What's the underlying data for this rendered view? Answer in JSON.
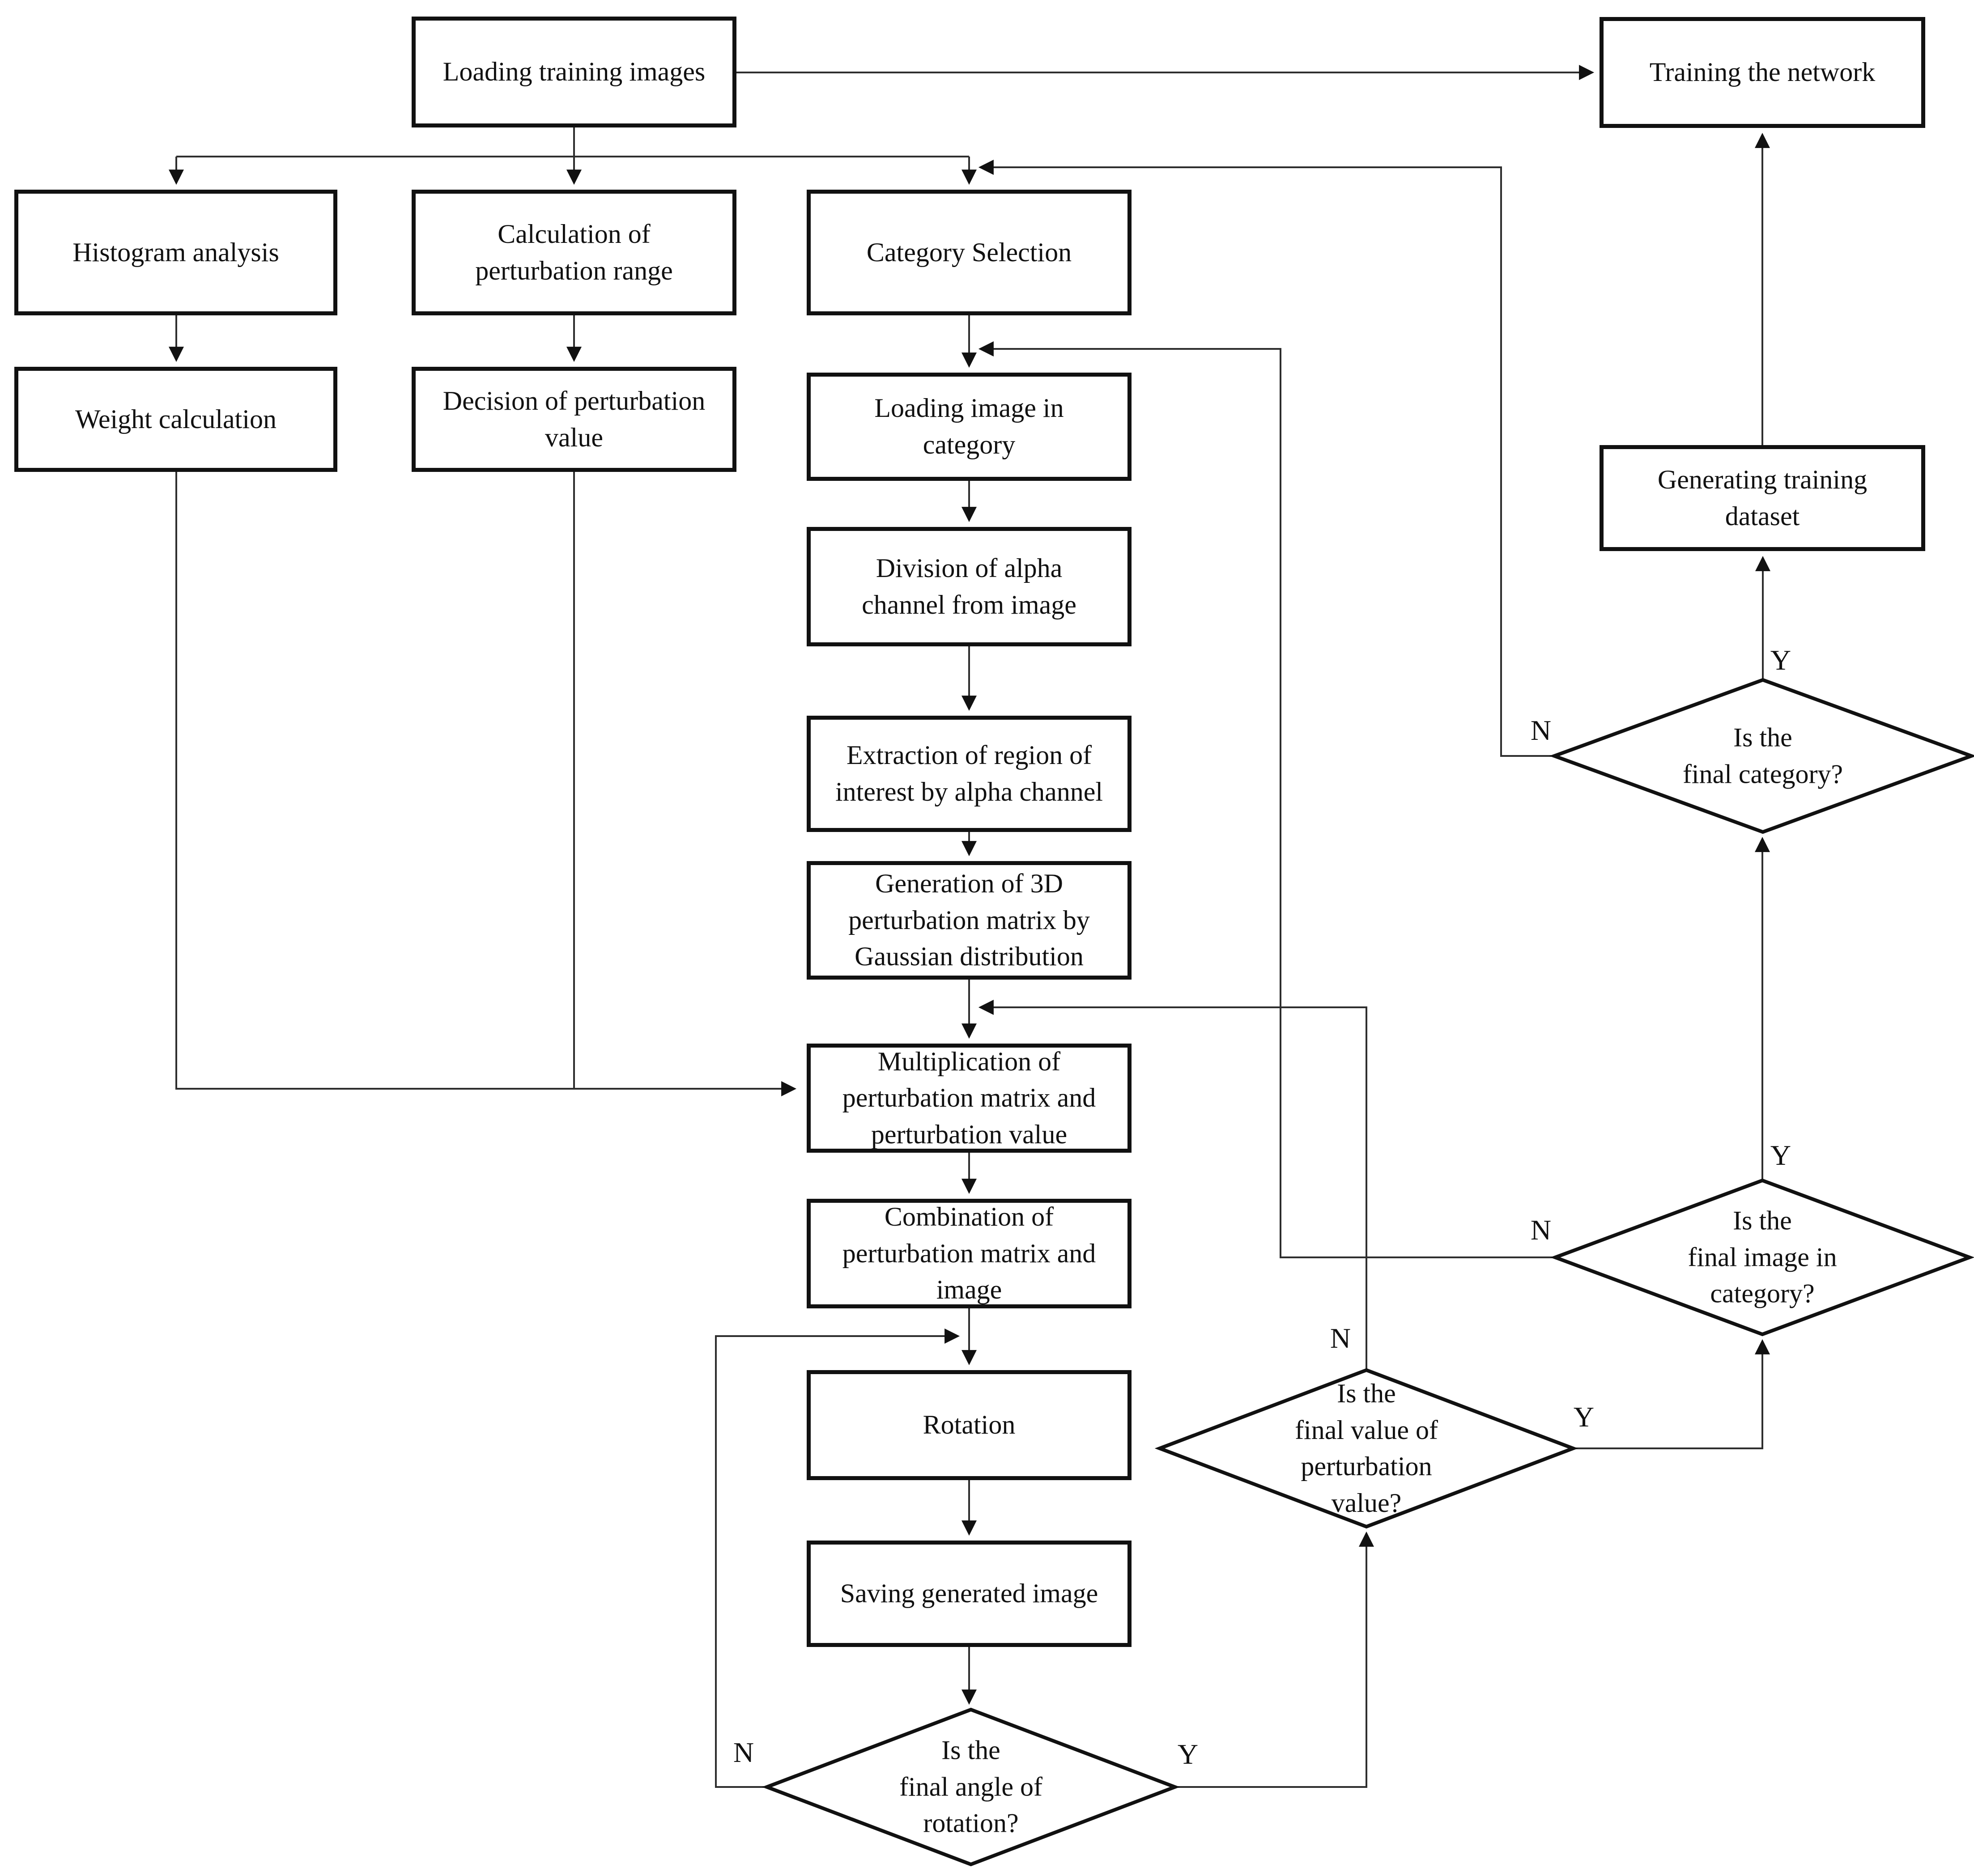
{
  "diagram": {
    "title": "Training data generation flowchart",
    "background_color": "#ffffff",
    "line_color": "#2e2e2e",
    "nodes": {
      "loading_training_images": {
        "label": "Loading training images"
      },
      "training_the_network": {
        "label": "Training the network"
      },
      "histogram_analysis": {
        "label": "Histogram analysis"
      },
      "calculation_of_perturbation_range": {
        "label": "Calculation of\nperturbation range"
      },
      "category_selection": {
        "label": "Category Selection"
      },
      "weight_calculation": {
        "label": "Weight calculation"
      },
      "decision_of_perturbation_value": {
        "label": "Decision of perturbation\nvalue"
      },
      "loading_image_in_category": {
        "label": "Loading image in\ncategory"
      },
      "division_of_alpha_channel": {
        "label": "Division of alpha\nchannel from image"
      },
      "extraction_of_region_of_interest": {
        "label": "Extraction of region of\ninterest by alpha channel"
      },
      "generation_of_3d_perturbation_matrix": {
        "label": "Generation of 3D\nperturbation matrix by\nGaussian distribution"
      },
      "multiplication_of_matrix_and_value": {
        "label": "Multiplication of\nperturbation matrix and\nperturbation value"
      },
      "combination_of_matrix_and_image": {
        "label": "Combination of\nperturbation matrix and\nimage"
      },
      "rotation": {
        "label": "Rotation"
      },
      "saving_generated_image": {
        "label": "Saving generated image"
      },
      "generating_training_dataset": {
        "label": "Generating training\ndataset"
      }
    },
    "decisions": {
      "is_final_angle_of_rotation": {
        "label": "Is the\nfinal angle of\nrotation?"
      },
      "is_final_value_of_perturbation": {
        "label": "Is the\nfinal value of\nperturbation\nvalue?"
      },
      "is_final_image_in_category": {
        "label": "Is the\nfinal image in\ncategory?"
      },
      "is_final_category": {
        "label": "Is the\nfinal category?"
      }
    },
    "branch_labels": {
      "angle_no": "N",
      "angle_yes": "Y",
      "value_no": "N",
      "value_yes": "Y",
      "image_no": "N",
      "image_yes": "Y",
      "category_no": "N",
      "category_yes": "Y"
    }
  }
}
